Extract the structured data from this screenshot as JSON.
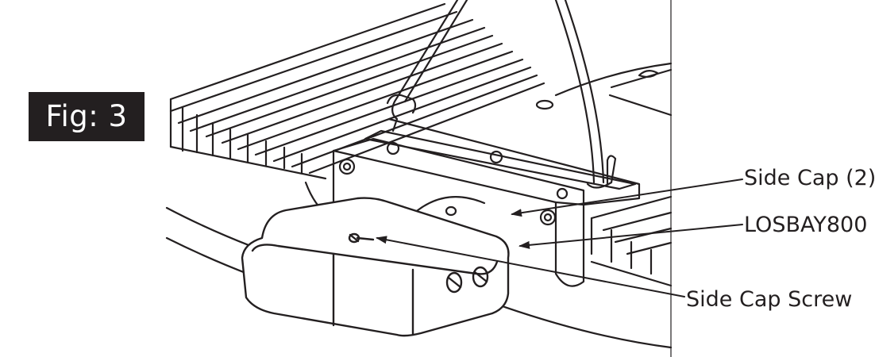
{
  "figure": {
    "label": "Fig: 3",
    "callouts": {
      "side_cap": "Side Cap (2)",
      "model": "LOSBAY800",
      "side_cap_screw": "Side Cap Screw"
    }
  },
  "colors": {
    "line": "#231f20",
    "label_background": "#231f20",
    "label_text": "#ffffff",
    "background": "#ffffff"
  }
}
